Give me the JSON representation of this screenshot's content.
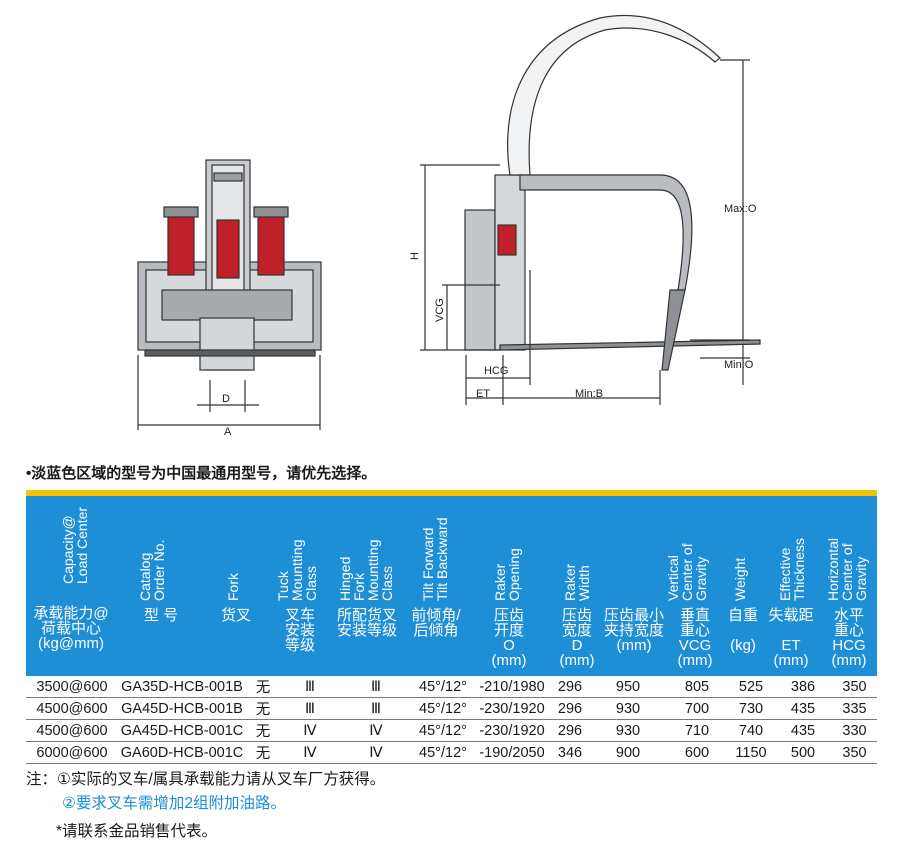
{
  "drawing": {
    "front_labels": {
      "d": "D",
      "a": "A"
    },
    "side_labels": {
      "h": "H",
      "vcg": "VCG",
      "hcg": "HCG",
      "et": "ET",
      "min_b": "Min:B",
      "max_o": "Max:O",
      "min_o": "Min:O"
    }
  },
  "note_top": "•淡蓝色区域的型号为中国最通用型号，请优先选择。",
  "colors": {
    "header_bg": "#1e8fd6",
    "header_bar": "#f5c400",
    "note_blue": "#1a8fd6"
  },
  "table": {
    "headers": [
      {
        "en": "Capacity@\nLoad Center",
        "cn": "承载能力@\n荷载中心\n(kg@mm)"
      },
      {
        "en": "Catalog\nOrder No.",
        "cn": "型 号"
      },
      {
        "en": "Fork",
        "cn": "货叉"
      },
      {
        "en": "Tuck\nMountting\nClass",
        "cn": "叉车\n安装\n等级"
      },
      {
        "en": "Hinged\nFork\nMountting\nClass",
        "cn": "所配货叉\n安装等级"
      },
      {
        "en": "Tilt Forward\nTilt Backward",
        "cn": "前倾角/\n后倾角"
      },
      {
        "en": "Raker\nOpening",
        "cn": "压齿\n开度\nO\n(mm)"
      },
      {
        "en": "Raker\nWidth",
        "cn": "压齿\n宽度\nD\n(mm)"
      },
      {
        "en": "",
        "cn": "压齿最小\n夹持宽度\n(mm)"
      },
      {
        "en": "Vertical\nCenter of\nGravity",
        "cn": "垂直\n重心\nVCG\n(mm)"
      },
      {
        "en": "Weight",
        "cn": "自重\n\n(kg)"
      },
      {
        "en": "Effective\nThickness",
        "cn": "失载距\n\nET\n(mm)"
      },
      {
        "en": "Horizontal\nCenter of\nGravity",
        "cn": "水平\n重心\nHCG\n(mm)"
      }
    ],
    "rows": [
      [
        "3500@600",
        "GA35D-HCB-001B",
        "无",
        "Ⅲ",
        "Ⅲ",
        "45°/12°",
        "-210/1980",
        "296",
        "950",
        "805",
        "525",
        "386",
        "350"
      ],
      [
        "4500@600",
        "GA45D-HCB-001B",
        "无",
        "Ⅲ",
        "Ⅲ",
        "45°/12°",
        "-230/1920",
        "296",
        "930",
        "700",
        "730",
        "435",
        "335"
      ],
      [
        "4500@600",
        "GA45D-HCB-001C",
        "无",
        "Ⅳ",
        "Ⅳ",
        "45°/12°",
        "-230/1920",
        "296",
        "930",
        "710",
        "740",
        "435",
        "330"
      ],
      [
        "6000@600",
        "GA60D-HCB-001C",
        "无",
        "Ⅳ",
        "Ⅳ",
        "45°/12°",
        "-190/2050",
        "346",
        "900",
        "600",
        "1150",
        "500",
        "350"
      ]
    ]
  },
  "notes": {
    "line1": "注：①实际的叉车/属具承载能力请从叉车厂方获得。",
    "line2": "②要求叉车需增加2组附加油路。",
    "line3": "*请联系金品销售代表。"
  }
}
